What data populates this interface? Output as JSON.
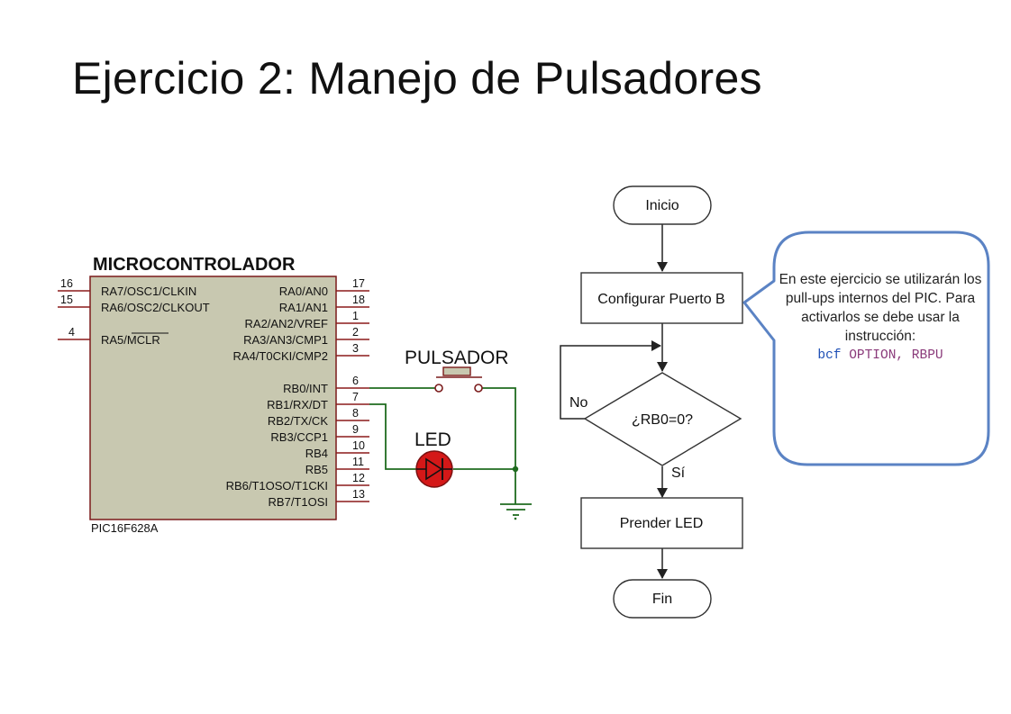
{
  "slide": {
    "title": "Ejercicio 2: Manejo de Pulsadores"
  },
  "schematic": {
    "chip_title": "MICROCONTROLADOR",
    "chip_part": "PIC16F628A",
    "left_pins": [
      {
        "num": "16",
        "label": "RA7/OSC1/CLKIN"
      },
      {
        "num": "15",
        "label": "RA6/OSC2/CLKOUT"
      },
      {
        "num": "4",
        "label": "RA5/MCLR"
      }
    ],
    "right_pins": [
      {
        "num": "17",
        "label": "RA0/AN0"
      },
      {
        "num": "18",
        "label": "RA1/AN1"
      },
      {
        "num": "1",
        "label": "RA2/AN2/VREF"
      },
      {
        "num": "2",
        "label": "RA3/AN3/CMP1"
      },
      {
        "num": "3",
        "label": "RA4/T0CKI/CMP2"
      },
      {
        "num": "6",
        "label": "RB0/INT"
      },
      {
        "num": "7",
        "label": "RB1/RX/DT"
      },
      {
        "num": "8",
        "label": "RB2/TX/CK"
      },
      {
        "num": "9",
        "label": "RB3/CCP1"
      },
      {
        "num": "10",
        "label": "RB4"
      },
      {
        "num": "11",
        "label": "RB5"
      },
      {
        "num": "12",
        "label": "RB6/T1OSO/T1CKI"
      },
      {
        "num": "13",
        "label": "RB7/T1OSI"
      }
    ],
    "button_label": "PULSADOR",
    "led_label": "LED"
  },
  "flowchart": {
    "start": "Inicio",
    "step1": "Configurar Puerto B",
    "decision": "¿RB0=0?",
    "branch_no": "No",
    "branch_yes": "Sí",
    "step2": "Prender LED",
    "end": "Fin"
  },
  "callout": {
    "text": "En este ejercicio se utilizarán los pull-ups internos del PIC. Para activarlos se debe usar la instrucción:",
    "code_instruction": "bcf",
    "code_args": "OPTION, RBPU"
  },
  "colors": {
    "chip_fill": "#c8c8b0",
    "pin_wire": "#8b1a1a",
    "circuit_wire": "#1f6b1f",
    "led_red": "#d41818",
    "callout_border": "#5b83c4",
    "code_keyword": "#1e4fb5",
    "code_argument": "#8a3a7a"
  }
}
